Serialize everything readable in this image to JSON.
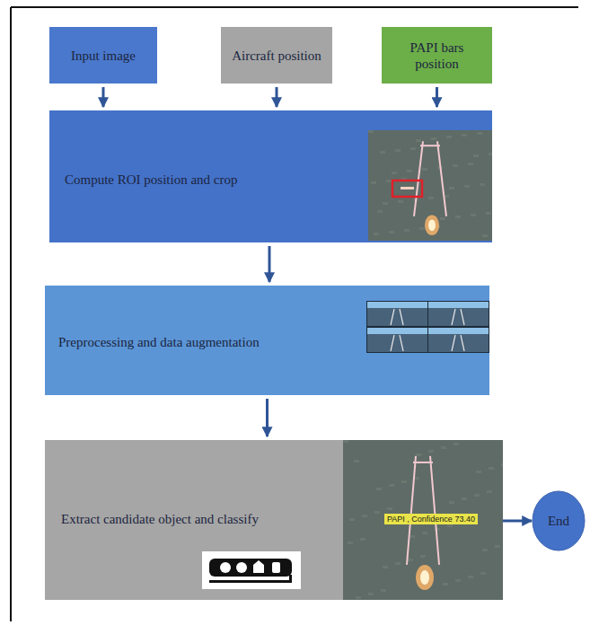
{
  "diagram": {
    "nodes": [
      {
        "text": [
          "Input image"
        ]
      },
      {
        "text": [
          "Aircraft position"
        ]
      },
      {
        "text": [
          "PAPI bars position"
        ]
      },
      {
        "text": [
          "Compute ROI position and crop"
        ]
      },
      {
        "text": [
          "Preprocessing and data augmentation"
        ]
      },
      {
        "text": [
          "Extract candidate object and classify"
        ]
      },
      {
        "text": [
          "End"
        ]
      }
    ],
    "edges": [
      {
        "from": 0,
        "to": 3,
        "arrow": "to"
      },
      {
        "from": 1,
        "to": 3,
        "arrow": "to"
      },
      {
        "from": 2,
        "to": 3,
        "arrow": "to"
      },
      {
        "from": 3,
        "to": 4,
        "arrow": "to"
      },
      {
        "from": 4,
        "to": 5,
        "arrow": "to"
      },
      {
        "from": 5,
        "to": 6,
        "arrow": "to"
      }
    ],
    "labels": [
      "PAPI , Confidence 73.40"
    ]
  }
}
